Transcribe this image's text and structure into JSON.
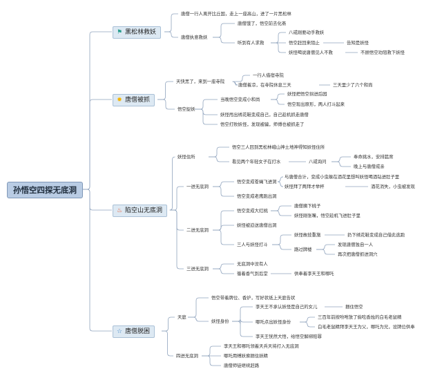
{
  "root": "孙悟空四探无底洞",
  "branches": [
    {
      "label": "黑松林救妖",
      "icon": "flag-icon"
    },
    {
      "label": "唐僧被抓",
      "icon": "sun-icon"
    },
    {
      "label": "陷空山无底洞",
      "icon": "fire-icon"
    },
    {
      "label": "唐僧脱困",
      "icon": "star-icon"
    }
  ],
  "nodes": {
    "b1_a": "唐僧一行人离开比丘国，走上一座高山，进了一片黑松林",
    "b1_b": "唐僧执意救妖",
    "b1_b1": "唐僧饿了，悟空前去化斋",
    "b1_b2": "听到有人求救",
    "b1_b2a": "八戒刚要动手救妖",
    "b1_b2b": "悟空赶回来阻止",
    "b1_b2b1": "告知是妖怪",
    "b1_b2c": "妖怪喝说唐僧见人不救",
    "b1_b2c1": "不顾悟空劝阻救下妖怪",
    "b2_a": "天快黑了，来到一座寺院",
    "b2_a1": "一行人借宿寺院",
    "b2_a2": "唐僧着凉，在寺院休息三天",
    "b2_a2a": "三天里少了六个和尚",
    "b2_b": "悟空捉妖",
    "b2_b1": "当晚悟空变成小和尚",
    "b2_b1a": "妖怪把悟空拐进后园",
    "b2_b1b": "悟空现出原形，两人打斗起来",
    "b2_b2": "妖怪甩出绣花鞋变成自己，自己趁机抓走唐僧",
    "b2_b3": "悟空打败妖怪，发现被骗，师傅也被抓走了",
    "b3_a": "妖怪住所",
    "b3_a1": "悟空三人回到黑松林峨山神土地神得知妖怪住所",
    "b3_a2": "看见两个年轻女子在打水",
    "b3_a2a": "八戒询问",
    "b3_a2a1": "奉命挑水，安排筵席",
    "b3_a2a2": "晚上与唐僧成亲",
    "b3_b": "一进无底洞",
    "b3_b1": "悟空变成苍蝇飞进洞",
    "b3_b1a": "与唐僧合计，变成小虫躲在酒花里想叫妖怪喝酒钻进肚子里",
    "b3_b1b": "妖怪拜了两拜才举杯",
    "b3_b1b1": "酒花消失，小虫被发现",
    "b3_b2": "悟空变成老鹰跑出洞",
    "b3_c": "二进无底洞",
    "b3_c1": "悟空变成大红桃",
    "b3_c1a": "唐僧摘下桃子",
    "b3_c1b": "妖怪刚张嘴，悟空趁机飞进肚子里",
    "b3_c2": "妖怪被迫送唐僧出洞",
    "b3_c3": "三人与妖怪打斗",
    "b3_c3a": "妖怪故技重施",
    "b3_c3a1": "扔下绣花鞋变成自己借此逃跑",
    "b3_c3b": "路过牌楼",
    "b3_c3b1": "发现唐僧独自一人",
    "b3_c3b2": "再次把唐僧抓进洞穴",
    "b3_d": "三进无底洞",
    "b3_d1": "无底洞中没有人",
    "b3_d2": "循着香气到后堂",
    "b3_d2a": "供奉着李天王和哪吒",
    "b4_a": "天庭",
    "b4_a1": "悟空带着牌位、香炉，写好状纸上天庭告状",
    "b4_a2": "妖怪身份",
    "b4_a2a": "李天王不承认妖怪是自己的女儿",
    "b4_a2a1": "捆住悟空",
    "b4_a2b": "哪吒点出妖怪身份",
    "b4_a2b1": "三百年前按吩咐放了偷吃香烛的白毛老鼠精",
    "b4_a2b2": "白毛老鼠精拜李天王为父，哪吒为兄，设牌位供奉",
    "b4_a2c": "李天王恍然大悟，给悟空解绑赔罪",
    "b4_b": "四进无底洞",
    "b4_b1": "李天王和哪吒领着天兵天将打入无底洞",
    "b4_b2": "哪吒用缚妖索捆住妖精",
    "b4_b3": "唐僧师徒继续赶路"
  },
  "colors": {
    "line": "#8fa3bd",
    "root_fill": "#b9cce4",
    "branch_fill": "#dde9f3"
  }
}
